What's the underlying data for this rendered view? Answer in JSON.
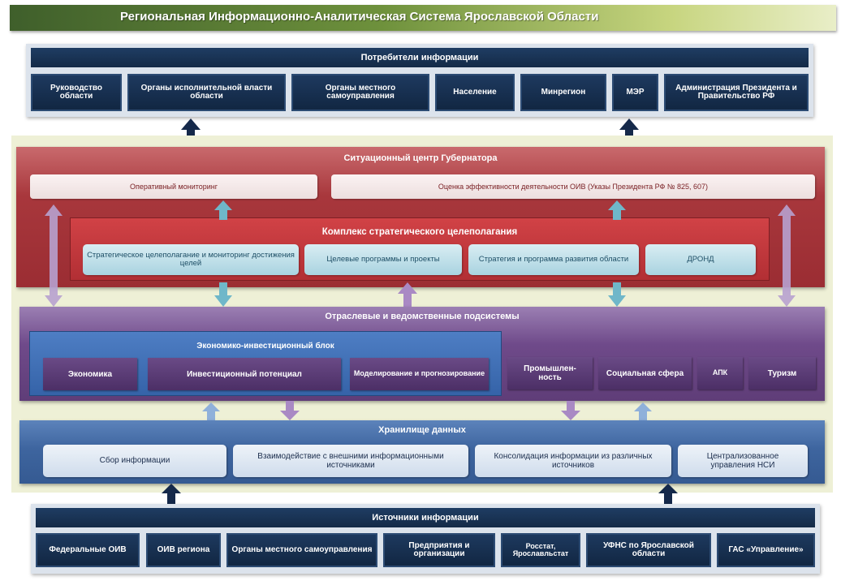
{
  "title": "Региональная Информационно-Аналитическая Система Ярославской Области",
  "consumers": {
    "header": "Потребители информации",
    "items": [
      "Руководство области",
      "Органы исполнительной власти области",
      "Органы местного самоуправления",
      "Население",
      "Минрегион",
      "МЭР",
      "Администрация  Президента и Правительство РФ"
    ]
  },
  "situation_center": {
    "header": "Ситуационный центр Губернатора",
    "monitoring": "Оперативный мониторинг",
    "evaluation": "Оценка эффективности деятельности ОИВ (Указы Президента РФ № 825, 607)"
  },
  "strategic": {
    "header": "Комплекс стратегического целеполагания",
    "items": [
      "Стратегическое целеполагание и  мониторинг достижения целей",
      "Целевые программы и проекты",
      "Стратегия и программа развития области",
      "ДРОНД"
    ]
  },
  "subsystems": {
    "header": "Отраслевые и ведомственные подсистемы",
    "econ_header": "Экономико-инвестиционный блок",
    "econ_items": [
      "Экономика",
      "Инвестиционный потенциал",
      "Моделирование и прогнозирование"
    ],
    "other_items": [
      "Промышлен-ность",
      "Социальная сфера",
      "АПК",
      "Туризм"
    ]
  },
  "warehouse": {
    "header": "Хранилище данных",
    "items": [
      "Сбор информации",
      "Взаимодействие с внешними информационными источниками",
      "Консолидация информации из различных источников",
      "Централизованное управления НСИ"
    ]
  },
  "sources": {
    "header": "Источники информации",
    "items": [
      "Федеральные ОИВ",
      "ОИВ региона",
      "Органы местного самоуправления",
      "Предприятия и организации",
      "Росстат, Ярославльстат",
      "УФНС по  Ярославской области",
      "ГАС «Управление»"
    ]
  },
  "colors": {
    "title_green": "#6e913c",
    "navy": "#15294a",
    "red_zone": "#a8373c",
    "purple_zone": "#6f4a8a",
    "blue_zone": "#3e659f"
  }
}
